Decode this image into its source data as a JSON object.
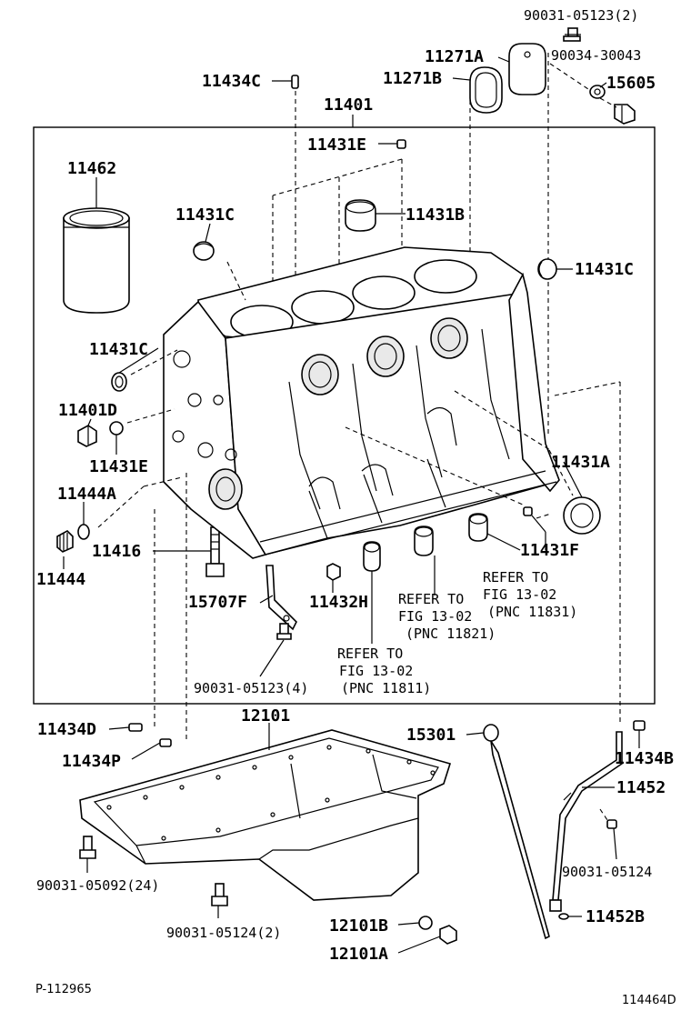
{
  "labels": {
    "p_90031_05123_2": "90031-05123(2)",
    "p_11271A": "11271A",
    "p_90034_30043": "90034-30043",
    "p_11271B": "11271B",
    "p_11434C": "11434C",
    "p_15605": "15605",
    "p_11401": "11401",
    "p_11431E_top": "11431E",
    "p_11462": "11462",
    "p_11431C_left": "11431C",
    "p_11431B": "11431B",
    "p_11431C_right": "11431C",
    "p_11431C_mid": "11431C",
    "p_11401D": "11401D",
    "p_11431E_low": "11431E",
    "p_11431A": "11431A",
    "p_11444A": "11444A",
    "p_11416": "11416",
    "p_11444": "11444",
    "p_11431F": "11431F",
    "p_15707F": "15707F",
    "p_11432H": "11432H",
    "p_90031_05123_4": "90031-05123(4)",
    "p_11434D": "11434D",
    "p_12101": "12101",
    "p_15301": "15301",
    "p_11434B": "11434B",
    "p_11434P": "11434P",
    "p_11452": "11452",
    "p_90031_05124_r": "90031-05124",
    "p_90031_05092_24": "90031-05092(24)",
    "p_90031_05124_2": "90031-05124(2)",
    "p_12101B": "12101B",
    "p_11452B": "11452B",
    "p_12101A": "12101A"
  },
  "refs": {
    "ref1": [
      "REFER TO",
      "FIG 13-02",
      "(PNC 11831)"
    ],
    "ref2": [
      "REFER TO",
      "FIG 13-02",
      "(PNC 11821)"
    ],
    "ref3": [
      "REFER TO",
      "FIG 13-02",
      "(PNC 11811)"
    ]
  },
  "footer": {
    "left": "P-112965",
    "right": "114464D"
  }
}
